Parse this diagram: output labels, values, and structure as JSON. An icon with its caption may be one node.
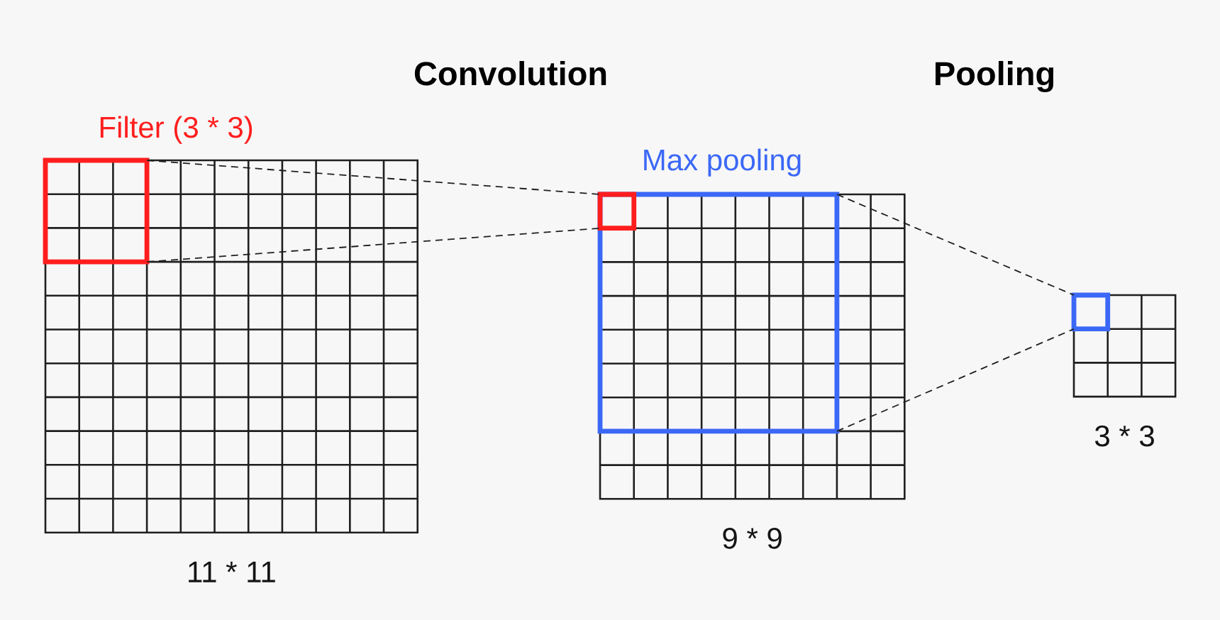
{
  "diagram": {
    "nodes": [
      {
        "text": [],
        "shape": "grid",
        "beside": [
          "11 * 11"
        ]
      },
      {
        "text": [
          "Filter (3 * 3)"
        ],
        "in": 0
      },
      {
        "text": [],
        "shape": "grid",
        "beside": [
          "9 * 9"
        ]
      },
      {
        "text": [
          "Max pooling"
        ],
        "in": 2
      },
      {
        "text": [],
        "shape": "box",
        "in": 3
      },
      {
        "text": [],
        "shape": "grid",
        "beside": [
          "3 * 3"
        ]
      },
      {
        "text": [],
        "shape": "box",
        "in": 5
      }
    ],
    "edges": [
      {
        "from": 1,
        "to": 4,
        "arrow": "none",
        "style": "dashed"
      },
      {
        "from": 1,
        "to": 4,
        "arrow": "none",
        "style": "dashed"
      },
      {
        "from": 3,
        "to": 6,
        "arrow": "none",
        "style": "dashed"
      },
      {
        "from": 3,
        "to": 6,
        "arrow": "none",
        "style": "dashed"
      }
    ],
    "labels": [
      "Convolution",
      "Pooling"
    ]
  }
}
